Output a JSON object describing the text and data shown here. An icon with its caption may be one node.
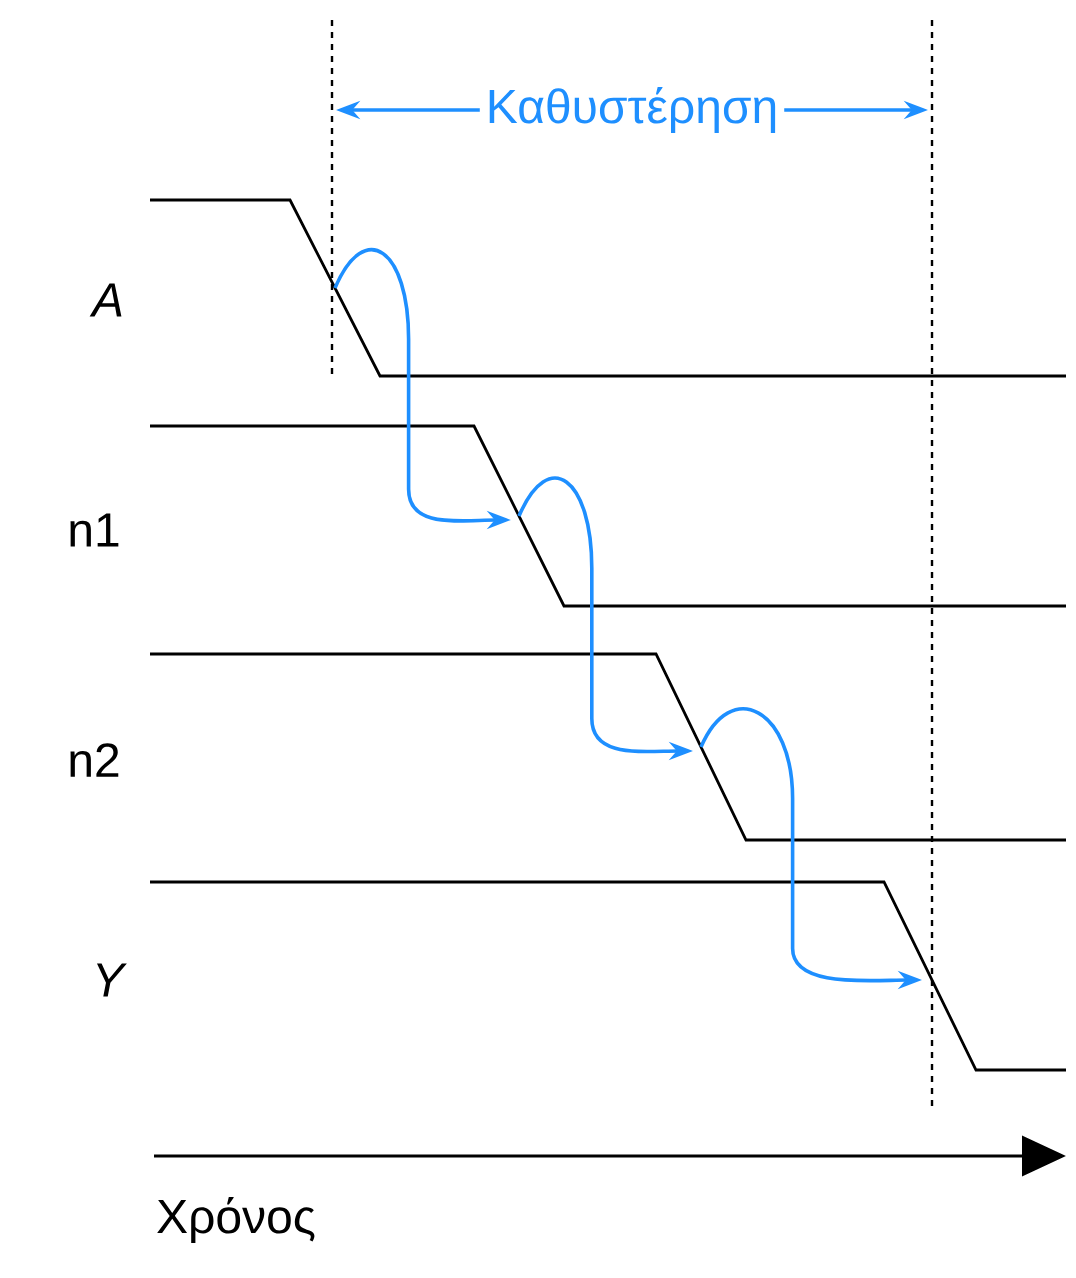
{
  "diagram": {
    "nodes": [
      {
        "text": [],
        "shape": "picture"
      },
      {
        "text": [],
        "shape": "picture"
      },
      {
        "text": [],
        "shape": "picture"
      },
      {
        "text": [],
        "shape": "picture"
      }
    ],
    "edges": [
      {
        "from": 0,
        "to": 1,
        "arrow": "to"
      },
      {
        "from": 1,
        "to": 2,
        "arrow": "to"
      },
      {
        "from": 2,
        "to": 3,
        "arrow": "to"
      }
    ],
    "labels": [
      "Καθυστέρηση",
      "A",
      "n1",
      "n2",
      "Y",
      "Χρόνος"
    ]
  }
}
